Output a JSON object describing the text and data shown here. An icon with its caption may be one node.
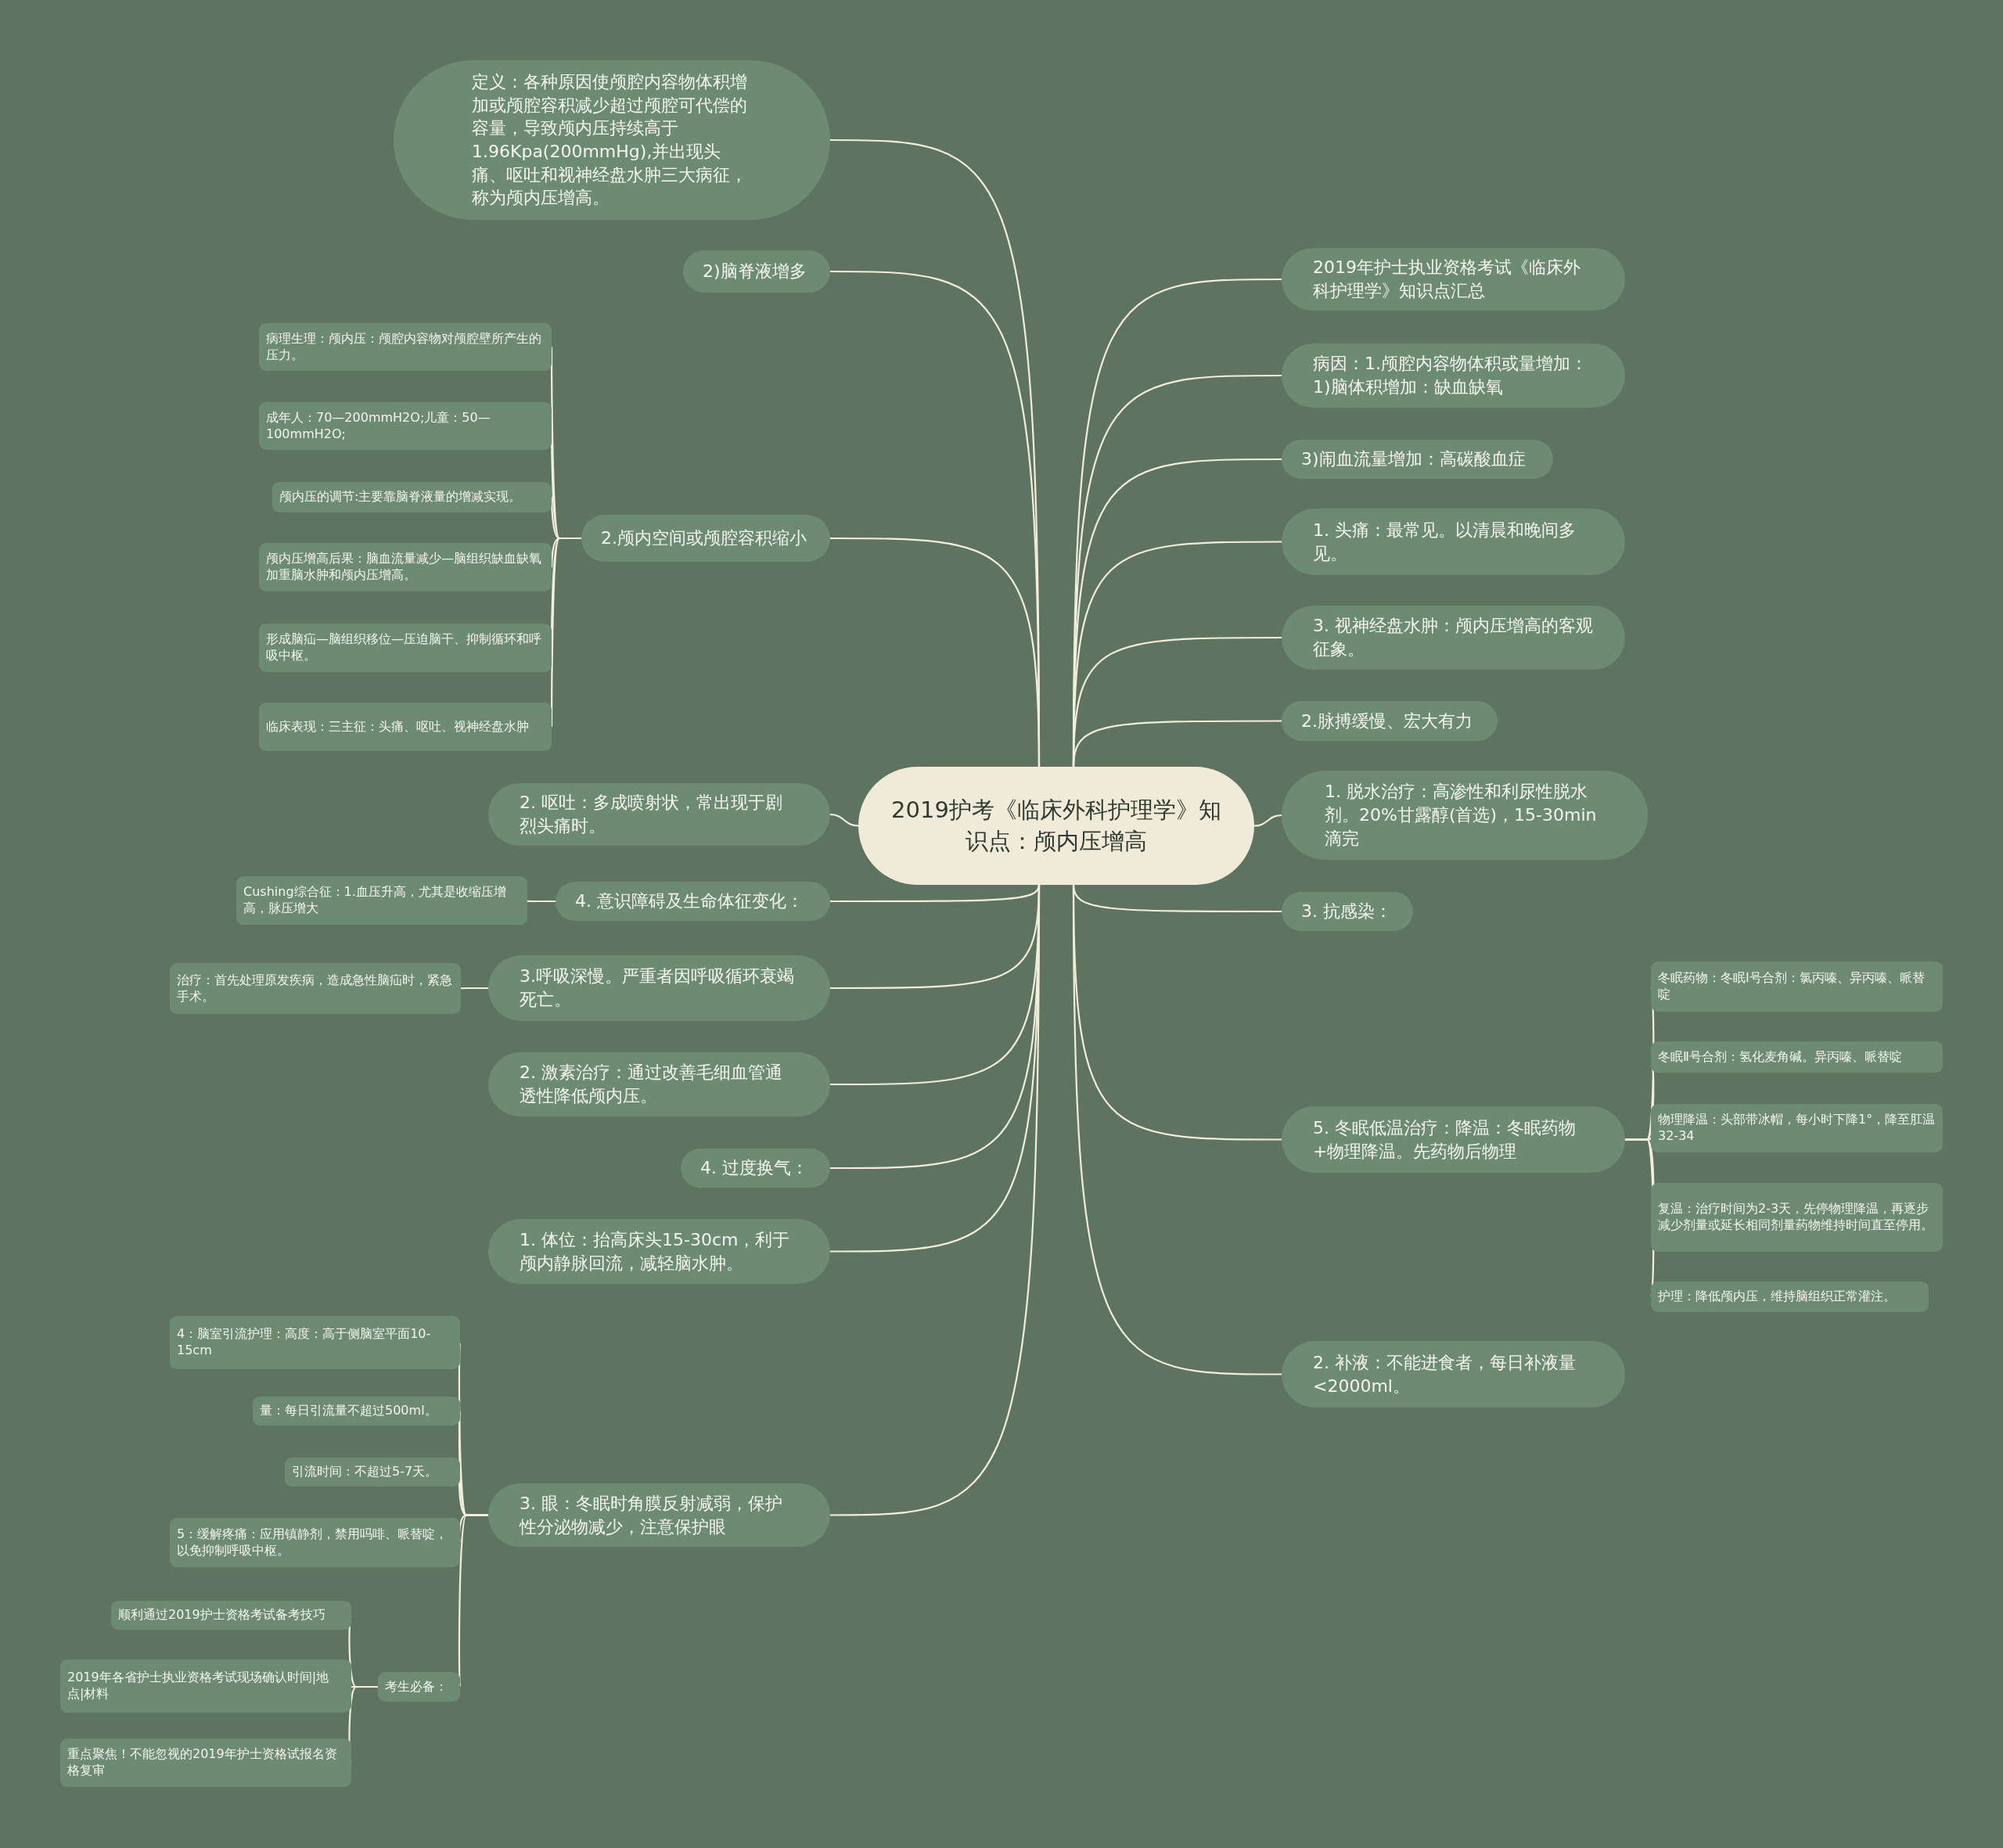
{
  "diagram": {
    "nodes": [
      {
        "text": [
          "2019护考《临床外科护理学》知识点：颅内压增高"
        ]
      },
      {
        "text": [
          "定义：各种原因使颅腔内容物体积增加或颅腔容积减少超过颅腔可代偿的容量，导致颅内压持续高于1.96Kpa(200mmHg),并出现头痛、呕吐和视神经盘水肿三大病征，称为颅内压增高。"
        ]
      },
      {
        "text": [
          "2)脑脊液增多"
        ]
      },
      {
        "text": [
          "2.颅内空间或颅腔容积缩小"
        ]
      },
      {
        "text": [
          "病理生理：颅内压：颅腔内容物对颅腔壁所产生的压力。"
        ]
      },
      {
        "text": [
          "成年人：70—200mmH2O;儿童：50—100mmH2O;"
        ]
      },
      {
        "text": [
          "颅内压的调节:主要靠脑脊液量的增减实现。"
        ]
      },
      {
        "text": [
          "颅内压增高后果：脑血流量减少—脑组织缺血缺氧加重脑水肿和颅内压增高。"
        ]
      },
      {
        "text": [
          "形成脑疝—脑组织移位—压迫脑干、抑制循环和呼吸中枢。"
        ]
      },
      {
        "text": [
          "临床表现：三主征：头痛、呕吐、视神经盘水肿"
        ]
      },
      {
        "text": [
          "2. 呕吐：多成喷射状，常出现于剧烈头痛时。"
        ]
      },
      {
        "text": [
          "4. 意识障碍及生命体征变化："
        ]
      },
      {
        "text": [
          "Cushing综合征：1.血压升高，尤其是收缩压增高，脉压增大"
        ]
      },
      {
        "text": [
          "3.呼吸深慢。严重者因呼吸循环衰竭死亡。"
        ]
      },
      {
        "text": [
          "治疗：首先处理原发疾病，造成急性脑疝时，紧急手术。"
        ]
      },
      {
        "text": [
          "2. 激素治疗：通过改善毛细血管通透性降低颅内压。"
        ]
      },
      {
        "text": [
          "4. 过度换气："
        ]
      },
      {
        "text": [
          "1. 体位：抬高床头15-30cm，利于颅内静脉回流，减轻脑水肿。"
        ]
      },
      {
        "text": [
          "3. 眼：冬眠时角膜反射减弱，保护性分泌物减少，注意保护眼"
        ]
      },
      {
        "text": [
          "4：脑室引流护理：高度：高于侧脑室平面10-15cm"
        ]
      },
      {
        "text": [
          "量：每日引流量不超过500ml。"
        ]
      },
      {
        "text": [
          "引流时间：不超过5-7天。"
        ]
      },
      {
        "text": [
          "5：缓解疼痛：应用镇静剂，禁用吗啡、哌替啶，以免抑制呼吸中枢。"
        ]
      },
      {
        "text": [
          "考生必备："
        ]
      },
      {
        "text": [
          "顺利通过2019护士资格考试备考技巧"
        ]
      },
      {
        "text": [
          "2019年各省护士执业资格考试现场确认时间|地点|材料"
        ]
      },
      {
        "text": [
          "重点聚焦！不能忽视的2019年护士资格试报名资格复审"
        ]
      },
      {
        "text": [
          "2019年护士执业资格考试《临床外科护理学》知识点汇总"
        ]
      },
      {
        "text": [
          "病因：1.颅腔内容物体积或量增加：1)脑体积增加：缺血缺氧"
        ]
      },
      {
        "text": [
          "3)闹血流量增加：高碳酸血症"
        ]
      },
      {
        "text": [
          "1. 头痛：最常见。以清晨和晚间多见。"
        ]
      },
      {
        "text": [
          "3. 视神经盘水肿：颅内压增高的客观征象。"
        ]
      },
      {
        "text": [
          "2.脉搏缓慢、宏大有力"
        ]
      },
      {
        "text": [
          "1. 脱水治疗：高渗性和利尿性脱水剂。20%甘露醇(首选)，15-30min滴完"
        ]
      },
      {
        "text": [
          "3. 抗感染："
        ]
      },
      {
        "text": [
          "5. 冬眠低温治疗：降温：冬眠药物+物理降温。先药物后物理"
        ]
      },
      {
        "text": [
          "冬眠药物：冬眠Ⅰ号合剂：氯丙嗪、异丙嗪、哌替啶"
        ]
      },
      {
        "text": [
          "冬眠Ⅱ号合剂：氢化麦角碱。异丙嗪、哌替啶"
        ]
      },
      {
        "text": [
          "物理降温：头部带冰帽，每小时下降1°，降至肛温32-34"
        ]
      },
      {
        "text": [
          "复温：治疗时间为2-3天，先停物理降温，再逐步减少剂量或延长相同剂量药物维持时间直至停用。"
        ]
      },
      {
        "text": [
          "护理：降低颅内压，维持脑组织正常灌注。"
        ]
      },
      {
        "text": [
          "2. 补液：不能进食者，每日补液量<2000ml。"
        ]
      }
    ],
    "edges": [
      {
        "from": 0,
        "to": 1,
        "arrow": "none"
      },
      {
        "from": 0,
        "to": 2,
        "arrow": "none"
      },
      {
        "from": 0,
        "to": 3,
        "arrow": "none"
      },
      {
        "from": 3,
        "to": 4,
        "arrow": "none"
      },
      {
        "from": 3,
        "to": 5,
        "arrow": "none"
      },
      {
        "from": 3,
        "to": 6,
        "arrow": "none"
      },
      {
        "from": 3,
        "to": 7,
        "arrow": "none"
      },
      {
        "from": 3,
        "to": 8,
        "arrow": "none"
      },
      {
        "from": 3,
        "to": 9,
        "arrow": "none"
      },
      {
        "from": 0,
        "to": 10,
        "arrow": "none"
      },
      {
        "from": 0,
        "to": 11,
        "arrow": "none"
      },
      {
        "from": 11,
        "to": 12,
        "arrow": "none"
      },
      {
        "from": 0,
        "to": 13,
        "arrow": "none"
      },
      {
        "from": 13,
        "to": 14,
        "arrow": "none"
      },
      {
        "from": 0,
        "to": 15,
        "arrow": "none"
      },
      {
        "from": 0,
        "to": 16,
        "arrow": "none"
      },
      {
        "from": 0,
        "to": 17,
        "arrow": "none"
      },
      {
        "from": 0,
        "to": 18,
        "arrow": "none"
      },
      {
        "from": 18,
        "to": 19,
        "arrow": "none"
      },
      {
        "from": 18,
        "to": 20,
        "arrow": "none"
      },
      {
        "from": 18,
        "to": 21,
        "arrow": "none"
      },
      {
        "from": 18,
        "to": 22,
        "arrow": "none"
      },
      {
        "from": 18,
        "to": 23,
        "arrow": "none"
      },
      {
        "from": 23,
        "to": 24,
        "arrow": "none"
      },
      {
        "from": 23,
        "to": 25,
        "arrow": "none"
      },
      {
        "from": 23,
        "to": 26,
        "arrow": "none"
      },
      {
        "from": 0,
        "to": 27,
        "arrow": "none"
      },
      {
        "from": 0,
        "to": 28,
        "arrow": "none"
      },
      {
        "from": 0,
        "to": 29,
        "arrow": "none"
      },
      {
        "from": 0,
        "to": 30,
        "arrow": "none"
      },
      {
        "from": 0,
        "to": 31,
        "arrow": "none"
      },
      {
        "from": 0,
        "to": 32,
        "arrow": "none"
      },
      {
        "from": 0,
        "to": 33,
        "arrow": "none"
      },
      {
        "from": 0,
        "to": 34,
        "arrow": "none"
      },
      {
        "from": 0,
        "to": 35,
        "arrow": "none"
      },
      {
        "from": 35,
        "to": 36,
        "arrow": "none"
      },
      {
        "from": 35,
        "to": 37,
        "arrow": "none"
      },
      {
        "from": 35,
        "to": 38,
        "arrow": "none"
      },
      {
        "from": 35,
        "to": 39,
        "arrow": "none"
      },
      {
        "from": 35,
        "to": 40,
        "arrow": "none"
      },
      {
        "from": 0,
        "to": 41,
        "arrow": "none"
      }
    ]
  }
}
